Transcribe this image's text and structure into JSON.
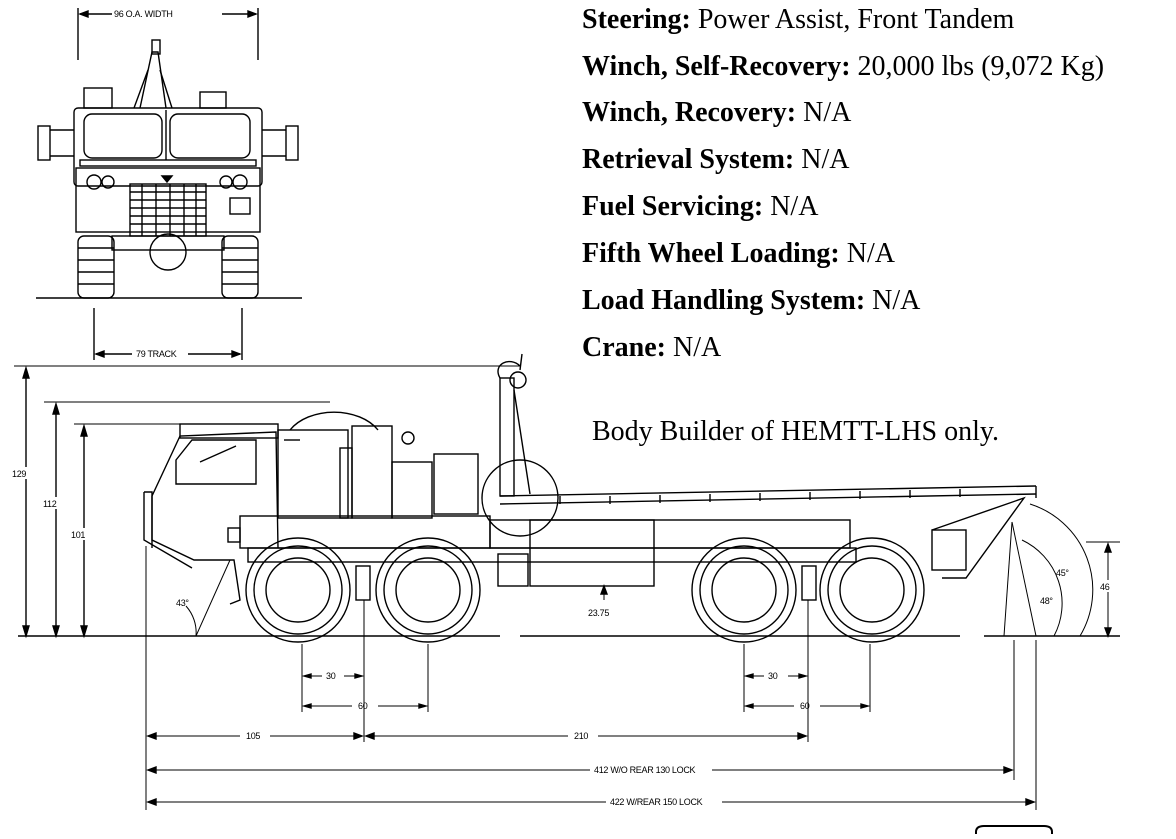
{
  "specs": [
    {
      "label": "Steering:",
      "value": " Power Assist, Front Tandem"
    },
    {
      "label": "Winch, Self-Recovery:",
      "value": " 20,000 lbs (9,072 Kg)"
    },
    {
      "label": "Winch, Recovery:",
      "value": " N/A"
    },
    {
      "label": "Retrieval System:",
      "value": " N/A"
    },
    {
      "label": "Fuel Servicing:",
      "value": " N/A"
    },
    {
      "label": "Fifth Wheel Loading:",
      "value": " N/A"
    },
    {
      "label": "Load Handling System:",
      "value": " N/A"
    },
    {
      "label": "Crane:",
      "value": " N/A"
    }
  ],
  "note": "Body Builder of HEMTT-LHS only.",
  "front_view": {
    "width_label": "96 O.A. WIDTH",
    "track_label": "79 TRACK"
  },
  "side_view": {
    "height_labels": [
      "129",
      "112",
      "101"
    ],
    "front_angle": "43°",
    "ground_clearance": "23.75",
    "rear_angles": [
      "45°",
      "48°"
    ],
    "rear_height": "46",
    "front_tandem": {
      "a": "30",
      "b": "60"
    },
    "rear_tandem": {
      "a": "30",
      "b": "60"
    },
    "wheelbase_front": "105",
    "wheelbase_mid": "210",
    "length_no_lock": "412 W/O REAR 130 LOCK",
    "length_with_lock": "422 W/REAR 150 LOCK"
  }
}
